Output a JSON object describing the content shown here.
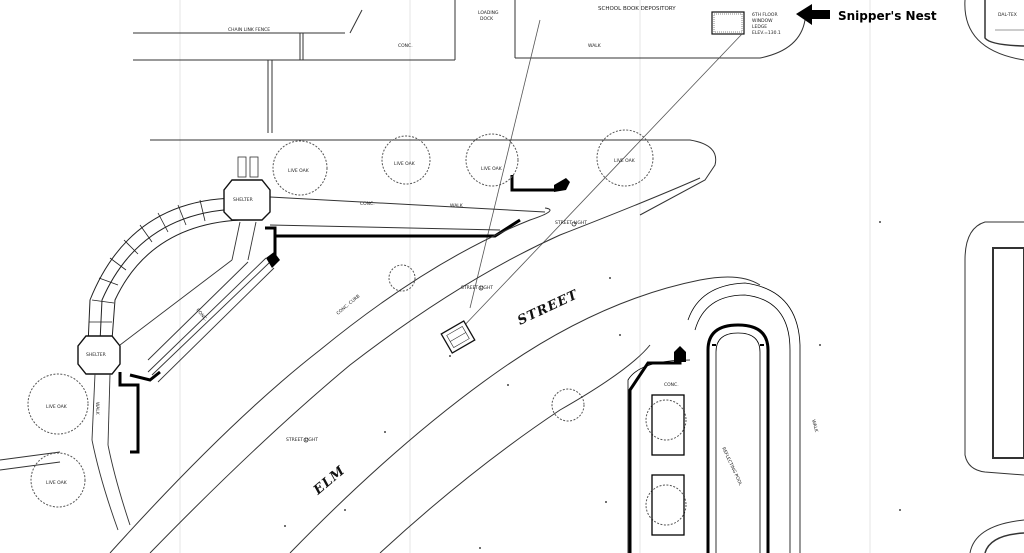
{
  "annotation": {
    "snipers_nest_label": "Snipper's Nest",
    "arrow_icon": "left-arrow-icon"
  },
  "streets": {
    "elm": "ELM",
    "street": "STREET"
  },
  "buildings": {
    "depository": "SCHOOL BOOK DEPOSITORY",
    "loading_dock_1": "LOADING",
    "loading_dock_2": "DOCK",
    "window_1": "6TH FLOOR",
    "window_2": "WINDOW",
    "window_3": "LEDGE",
    "window_4": "ELEV.=130.1",
    "dal_tex": "DAL-TEX"
  },
  "labels": {
    "chain_link_fence": "CHAIN LINK FENCE",
    "conc_top": "CONC.",
    "walk_top": "WALK",
    "shelter_north": "SHELTER",
    "shelter_south": "SHELTER",
    "conc_walk": "CONC.",
    "walk_mid": "WALK",
    "conc_curb": "CONC. CURB",
    "street_light_1": "STREET LIGHT",
    "street_light_2": "STREET LIGHT",
    "street_light_3": "STREET LIGHT",
    "live_oak": "LIVE OAK",
    "reflecting_pool": "REFLECTING POOL",
    "pool_conc": "CONC.",
    "walk_right": "WALK",
    "conc_west": "CONC.",
    "walk_west": "WALK"
  }
}
